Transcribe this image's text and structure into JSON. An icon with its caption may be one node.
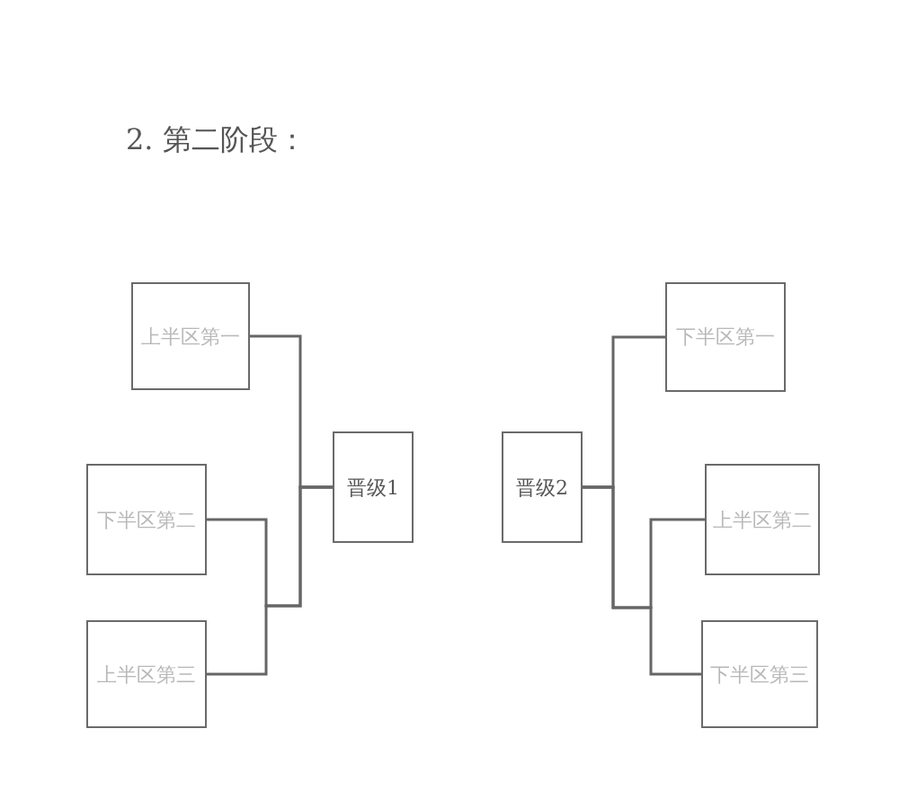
{
  "diagram": {
    "title": "2. 第二阶段：",
    "nodes": [
      {
        "text": [
          "上半区第一"
        ]
      },
      {
        "text": [
          "下半区第二"
        ]
      },
      {
        "text": [
          "上半区第三"
        ]
      },
      {
        "text": [
          "晋级1"
        ]
      },
      {
        "text": [
          "晋级2"
        ]
      },
      {
        "text": [
          "下半区第一"
        ]
      },
      {
        "text": [
          "上半区第二"
        ]
      },
      {
        "text": [
          "下半区第三"
        ]
      }
    ],
    "edges": [
      {
        "from": 0,
        "to": 3,
        "arrow": "none"
      },
      {
        "from": 1,
        "to": 3,
        "arrow": "none"
      },
      {
        "from": 2,
        "to": 3,
        "arrow": "none"
      },
      {
        "from": 5,
        "to": 4,
        "arrow": "none"
      },
      {
        "from": 6,
        "to": 4,
        "arrow": "none"
      },
      {
        "from": 7,
        "to": 4,
        "arrow": "none"
      }
    ]
  }
}
